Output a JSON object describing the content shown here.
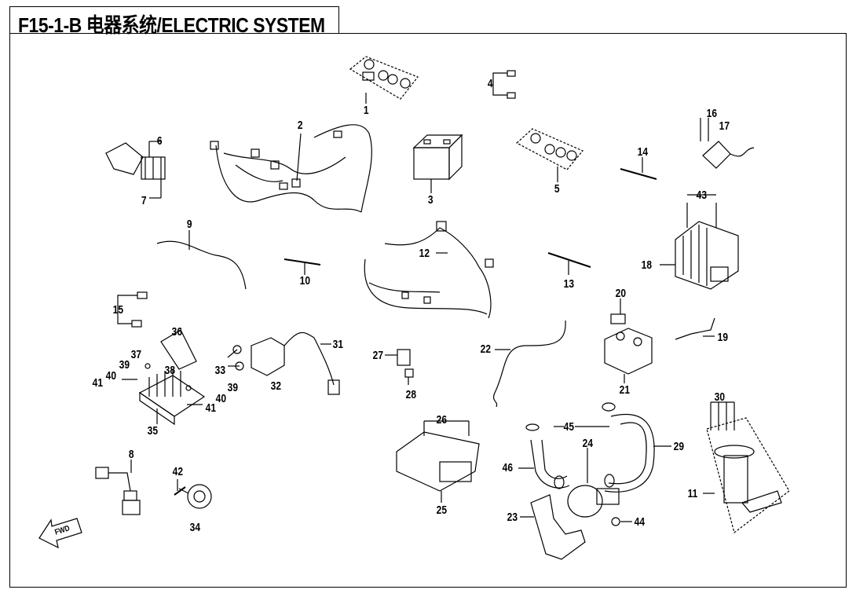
{
  "title": "F15-1-B  电器系统/ELECTRIC SYSTEM",
  "fwd_marker": "FWD",
  "callouts": [
    "1",
    "2",
    "3",
    "4",
    "5",
    "6",
    "7",
    "8",
    "9",
    "10",
    "11",
    "12",
    "13",
    "14",
    "15",
    "16",
    "17",
    "18",
    "19",
    "20",
    "21",
    "22",
    "23",
    "24",
    "25",
    "26",
    "27",
    "28",
    "29",
    "30",
    "31",
    "32",
    "33",
    "34",
    "35",
    "36",
    "37",
    "38",
    "39",
    "39",
    "40",
    "40",
    "41",
    "41",
    "42",
    "43",
    "44",
    "45",
    "46"
  ]
}
